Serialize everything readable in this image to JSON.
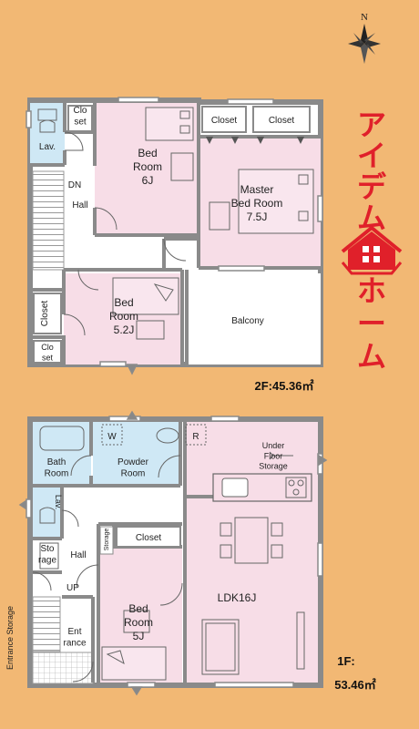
{
  "compass": {
    "north_label": "N"
  },
  "brand": {
    "top_text": "アイデム",
    "bottom_text": "ホーム",
    "brand_color": "#E0202A"
  },
  "colors": {
    "background": "#F2B874",
    "bedroom_fill": "#F7DDE7",
    "water_fill": "#CFE8F5",
    "floor_fill": "#FFFFFF",
    "wall": "#8A8A8A"
  },
  "floor2": {
    "area_label": "2F:45.36㎡",
    "rooms": {
      "closet_tl": "Clo\nset",
      "lav": "Lav.",
      "dn": "DN",
      "hall": "Hall",
      "bed6": "Bed\nRoom\n6J",
      "closet_a": "Closet",
      "closet_b": "Closet",
      "master": "Master\nBed Room\n7.5J",
      "closet_left": "Closet",
      "bed52": "Bed\nRoom\n5.2J",
      "closet_bl": "Clo\nset",
      "balcony": "Balcony"
    }
  },
  "floor1": {
    "area_label_line1": "1F:",
    "area_label_line2": "53.46㎡",
    "rooms": {
      "w": "W",
      "r": "R",
      "bath": "Bath\nRoom",
      "powder": "Powder\nRoom",
      "lav": "Lav.",
      "underfloor": "Under\nFloor\nStorage",
      "storage_small": "Storage",
      "closet": "Closet",
      "storage": "Sto\nrage",
      "hall": "Hall",
      "up": "UP",
      "ldk": "LDK16J",
      "entrance": "Ent\nrance",
      "bed5": "Bed\nRoom\n5J",
      "entrance_storage": "Entrance Storage"
    }
  }
}
